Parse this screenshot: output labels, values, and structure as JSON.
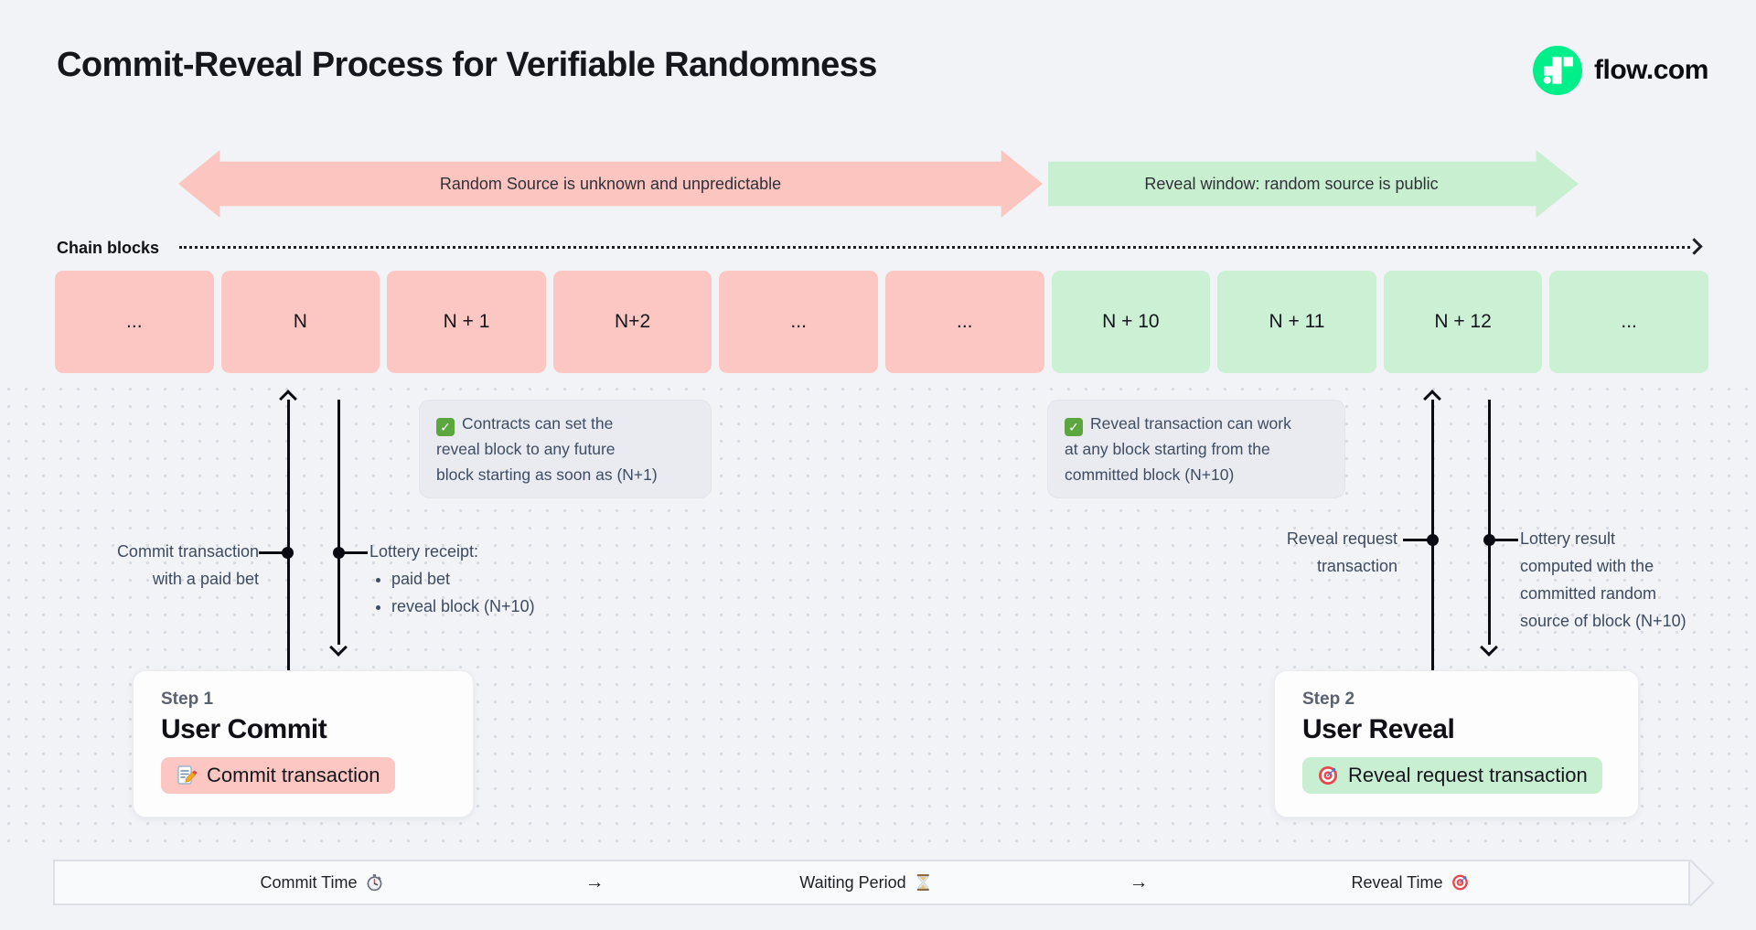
{
  "header": {
    "title": "Commit-Reveal Process for Verifiable Randomness",
    "brand": "flow.com",
    "brand_icon": "flow-logo-icon"
  },
  "banners": {
    "commit_phase": "Random Source is unknown and unpredictable",
    "reveal_phase": "Reveal window: random source is public"
  },
  "chain": {
    "label": "Chain blocks",
    "blocks": [
      "...",
      "N",
      "N + 1",
      "N+2",
      "...",
      "...",
      "N + 10",
      "N + 11",
      "N + 12",
      "..."
    ]
  },
  "notes": {
    "commit": {
      "icon": "check-icon",
      "check_glyph": "✓",
      "lines": [
        "Contracts can set the",
        "reveal block to any future",
        "block starting as soon as (N+1)"
      ]
    },
    "reveal": {
      "icon": "check-icon",
      "check_glyph": "✓",
      "lines": [
        "Reveal transaction can work",
        "at any block starting from the",
        "committed block (N+10)"
      ]
    }
  },
  "annotations": {
    "commit_tx": {
      "line1": "Commit transaction",
      "line2": "with a paid bet"
    },
    "receipt": {
      "title": "Lottery receipt:",
      "bullets": [
        "paid bet",
        "reveal block (N+10)"
      ]
    },
    "reveal_request": {
      "line1": "Reveal request",
      "line2": "transaction"
    },
    "lottery_result": {
      "line1": "Lottery result",
      "line2": "computed with the",
      "line3": "committed random",
      "line4": "source of block (N+10)"
    }
  },
  "steps": {
    "commit": {
      "label": "Step 1",
      "title": "User Commit",
      "pill": "Commit transaction",
      "pill_icon": "memo-icon",
      "pill_color": "#fcc7c2"
    },
    "reveal": {
      "label": "Step 2",
      "title": "User Reveal",
      "pill": "Reveal request transaction",
      "pill_icon": "target-icon",
      "pill_color": "#c9efd2"
    }
  },
  "timeline": {
    "commit_label": "Commit Time",
    "commit_icon": "stopwatch-icon",
    "arrow1": "→",
    "waiting_label": "Waiting Period",
    "waiting_icon": "hourglass-icon",
    "arrow2": "→",
    "reveal_label": "Reveal Time",
    "reveal_icon": "target-icon"
  },
  "colors": {
    "background": "#f1f3f7",
    "phase_pink": "#fcc5c0",
    "phase_green": "#c9efd1",
    "block_pink": "#fcc7c2",
    "block_green": "#cbf0d3",
    "flow_green": "#00ef8b",
    "note_bg": "#e9ebf0",
    "ink": "#0b0b13",
    "slate_text": "#3d4b60"
  }
}
